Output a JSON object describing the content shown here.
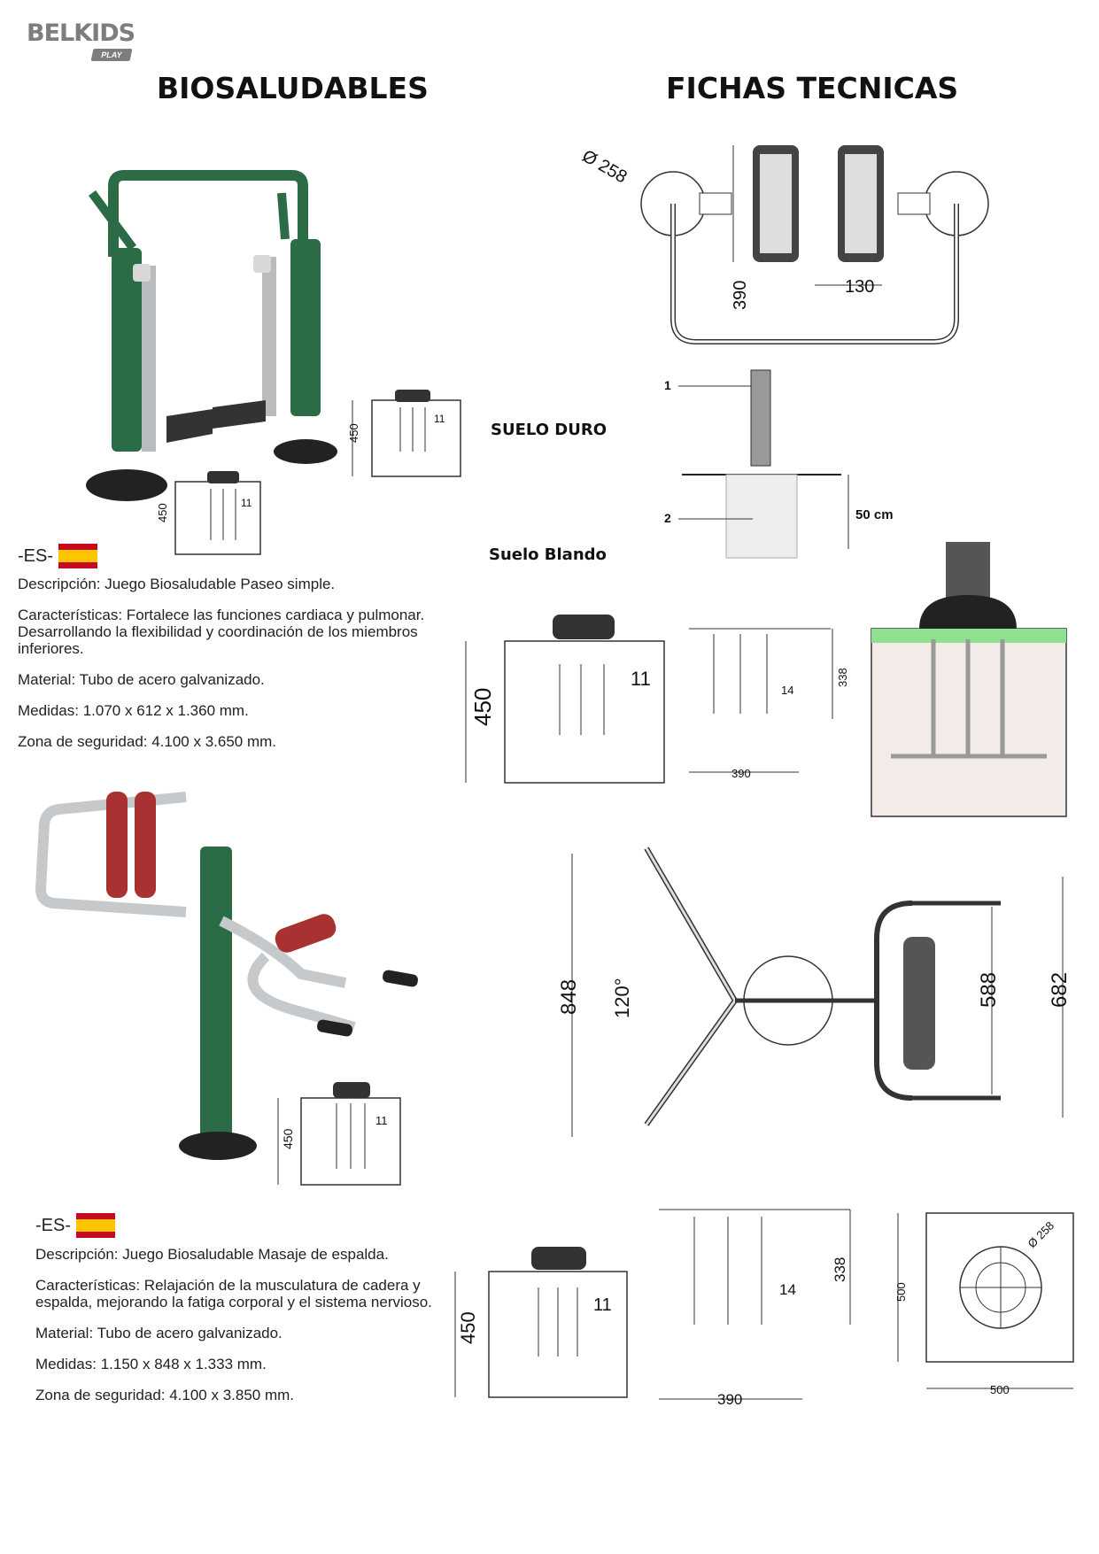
{
  "brand": {
    "name": "BELKIDS",
    "tag": "PLAY"
  },
  "headings": {
    "left": "BIOSALUDABLES",
    "right": "FICHAS TECNICAS"
  },
  "labels": {
    "suelo_duro": "SUELO DURO",
    "suelo_blando": "Suelo Blando"
  },
  "products": [
    {
      "lang": "-ES-",
      "descripcion": "Descripción: Juego Biosaludable Paseo simple.",
      "caracteristicas": "Características: Fortalece las funciones cardiaca y pulmonar. Desarrollando la flexibilidad y coordinación de los miembros inferiores.",
      "material": "Material: Tubo de acero galvanizado.",
      "medidas": "Medidas: 1.070 x 612 x 1.360 mm.",
      "zona": "Zona de seguridad: 4.100 x 3.650 mm."
    },
    {
      "lang": "-ES-",
      "descripcion": "Descripción: Juego Biosaludable Masaje de espalda.",
      "caracteristicas": "Características: Relajación de la musculatura de cadera y espalda, mejorando la fatiga corporal y el sistema nervioso.",
      "material": "Material: Tubo de acero galvanizado.",
      "medidas": "Medidas: 1.150 x 848 x 1.333 mm.",
      "zona": "Zona de seguridad: 4.100 x 3.850 mm."
    }
  ],
  "dims": {
    "d258": "Ø 258",
    "d258b": "Ø 258",
    "d390": "390",
    "d130": "130",
    "d450": "450",
    "d11": "11",
    "d338": "338",
    "d14": "14",
    "d50cm": "50 cm",
    "d848": "848",
    "d120": "120°",
    "d588": "588",
    "d682": "682",
    "d500": "500",
    "n1": "1",
    "n2": "2"
  },
  "colors": {
    "frame_green": "#2b6b45",
    "bar_gray": "#b9bcbf",
    "roller_red": "#a83232",
    "base_black": "#222222",
    "soil_green": "#8fe08f"
  }
}
